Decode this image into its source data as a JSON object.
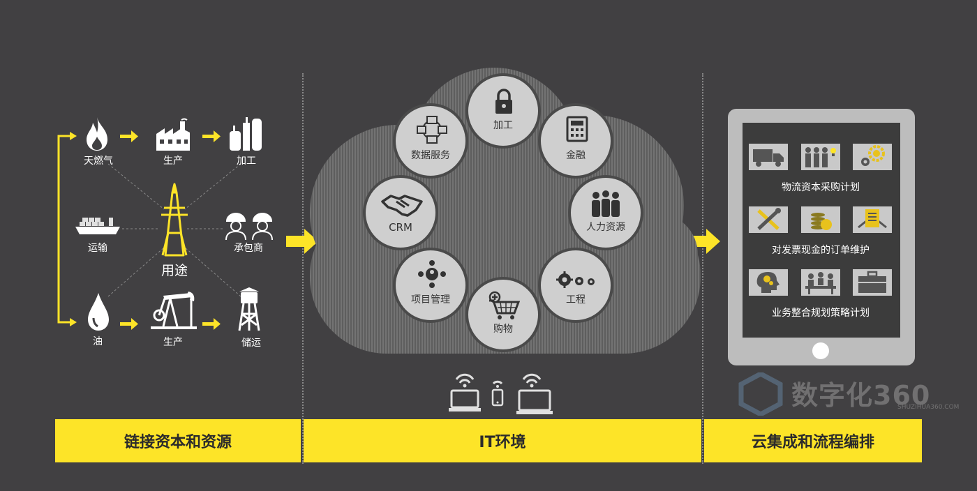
{
  "colors": {
    "background": "#414042",
    "accent_yellow": "#fde428",
    "circle_fill": "#cfcfcf",
    "tablet_body": "#bdbdbd"
  },
  "left": {
    "nodes": {
      "natural_gas": "天燃气",
      "production_top": "生产",
      "processing": "加工",
      "transport": "运输",
      "contractor": "承包商",
      "usage": "用途",
      "oil": "油",
      "production_bottom": "生产",
      "storage": "储运"
    },
    "icons": [
      "flame-icon",
      "factory-icon",
      "refinery-icon",
      "ship-icon",
      "worker-icon",
      "tower-icon",
      "oil-drop-icon",
      "pumpjack-icon",
      "water-tower-icon"
    ]
  },
  "middle": {
    "circles": {
      "processing": "加工",
      "finance": "金融",
      "hr": "人力资源",
      "engineering": "工程",
      "shopping": "购物",
      "project_mgmt": "项目管理",
      "crm": "CRM",
      "data_services": "数据服务"
    },
    "icons": [
      "lock-icon",
      "calculator-icon",
      "people-icon",
      "gears-icon",
      "cart-icon",
      "org-icon",
      "handshake-icon",
      "network-icon",
      "wifi-icon",
      "laptop-icon",
      "phone-icon"
    ]
  },
  "right": {
    "rows": [
      {
        "label": "物流资本采购计划"
      },
      {
        "label": "对发票现金的订单维护"
      },
      {
        "label": "业务整合规划策略计划"
      }
    ],
    "icons": [
      "truck-icon",
      "team-icon",
      "cogs-icon",
      "tools-icon",
      "coins-icon",
      "document-icon",
      "head-gears-icon",
      "meeting-icon",
      "briefcase-icon"
    ]
  },
  "bars": {
    "left": "链接资本和资源",
    "middle": "IT环境",
    "right": "云集成和流程编排"
  },
  "watermark": {
    "main": "数字化360",
    "sub": "SHUZIHUA360.COM"
  }
}
